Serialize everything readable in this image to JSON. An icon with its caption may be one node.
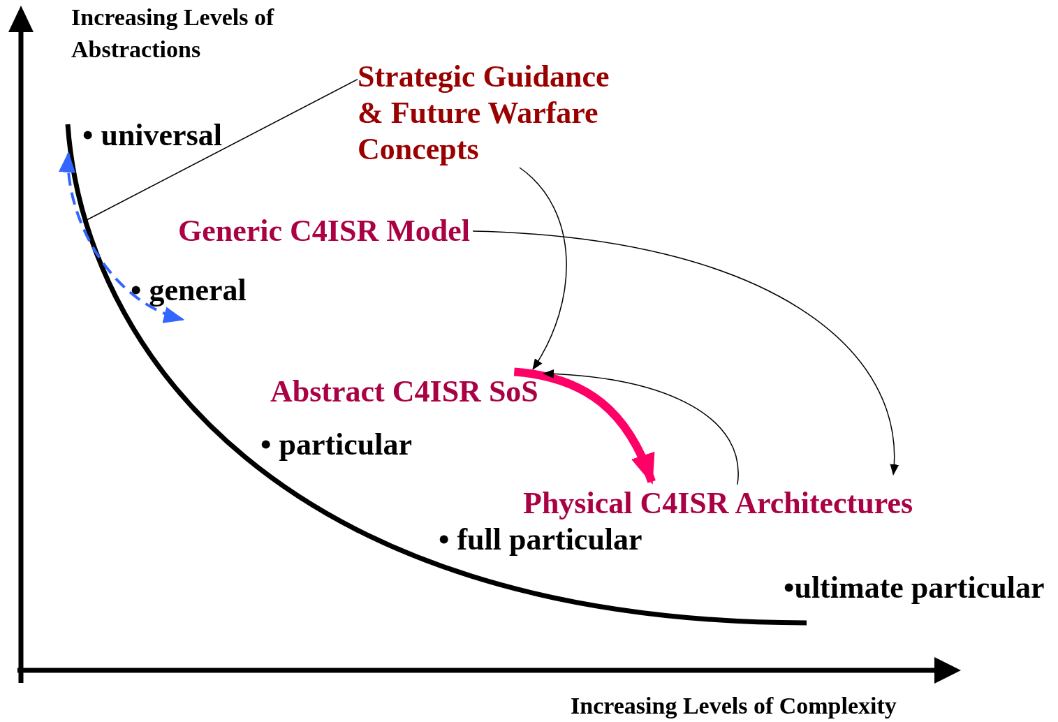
{
  "diagram": {
    "nodes": [
      {
        "text": [
          "Strategic Guidance & Future Warfare Concepts"
        ]
      },
      {
        "text": [
          "• universal"
        ]
      },
      {
        "text": [
          "Generic C4ISR Model"
        ]
      },
      {
        "text": [
          "• general"
        ]
      },
      {
        "text": [
          "Abstract C4ISR SoS"
        ]
      },
      {
        "text": [
          "Physical C4ISR Architectures"
        ]
      }
    ],
    "edges": [
      {
        "from": 0,
        "to": null,
        "arrow": "none"
      },
      {
        "from": 0,
        "to": 4,
        "arrow": "to"
      },
      {
        "from": 2,
        "to": 5,
        "arrow": "to"
      },
      {
        "from": 4,
        "to": 5,
        "arrow": "to",
        "style": "thick",
        "color": "#ff0066"
      },
      {
        "from": 5,
        "to": 4,
        "arrow": "to"
      },
      {
        "from": 1,
        "to": 3,
        "arrow": "both",
        "style": "dashed",
        "color": "#3366ff"
      }
    ],
    "labels": [
      "Increasing Levels of Abstractions",
      "• particular",
      "• full particular",
      "•ultimate particular",
      "Increasing Levels of Complexity"
    ]
  }
}
